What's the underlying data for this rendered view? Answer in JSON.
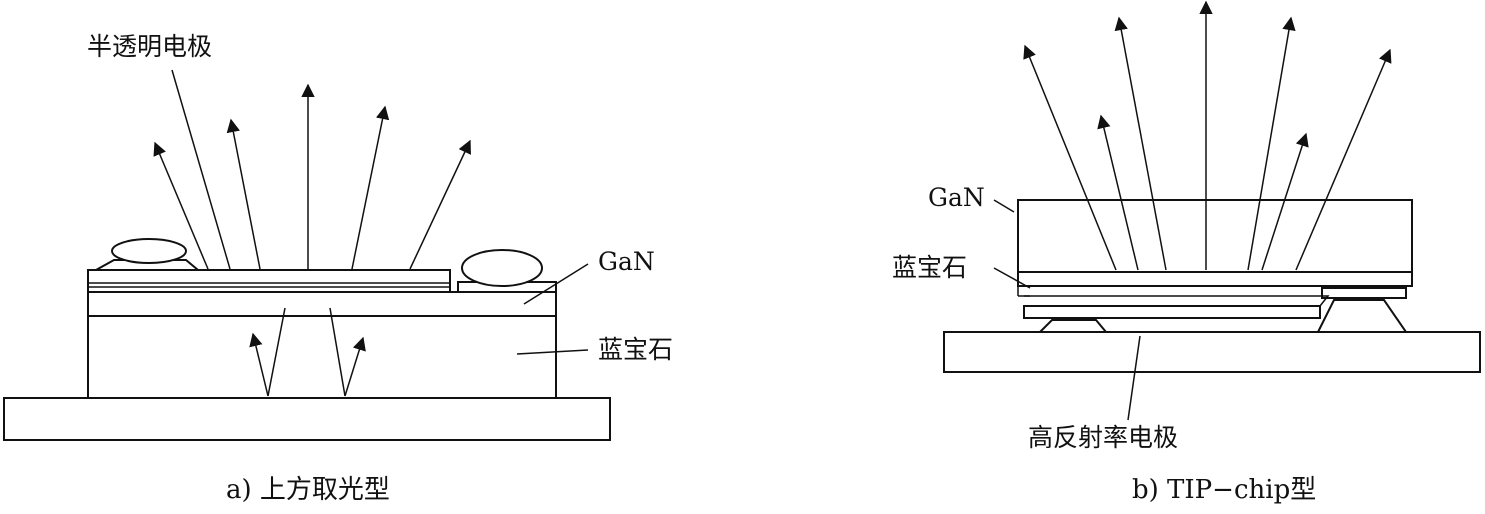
{
  "panel_a": {
    "caption": "a) 上方取光型",
    "label_electrode": "半透明电极",
    "label_gan": "GaN",
    "label_sapphire": "蓝宝石"
  },
  "panel_b": {
    "caption": "b) TIP−chip型",
    "label_gan": "GaN",
    "label_sapphire": "蓝宝石",
    "label_electrode": "高反射率电极"
  }
}
